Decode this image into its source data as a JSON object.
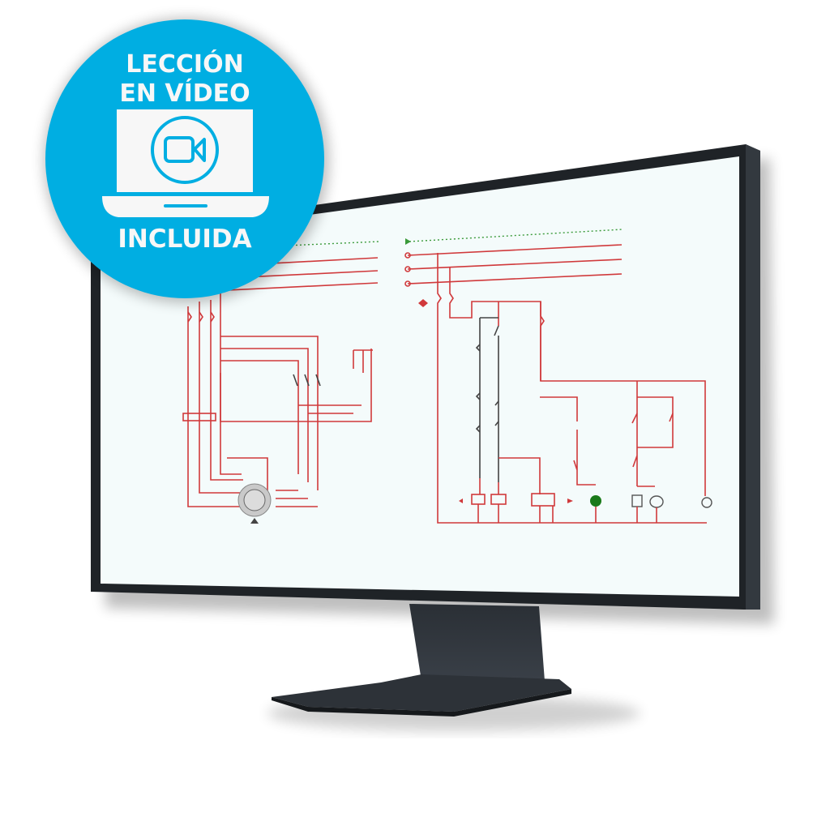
{
  "badge": {
    "line1": "LECCIÓN",
    "line2": "EN VÍDEO",
    "line3": "INCLUIDA",
    "icon": "video-camera-icon",
    "device_icon": "laptop-icon",
    "color": "#00aee2"
  },
  "monitor": {
    "frame_color": "#1f2327",
    "screen_color": "#f4fbfb",
    "content": "electrical-schematic"
  },
  "colors": {
    "wire": "#d0393b",
    "control_wire": "#444444",
    "pilot_lamp": "#1a7a1a"
  }
}
